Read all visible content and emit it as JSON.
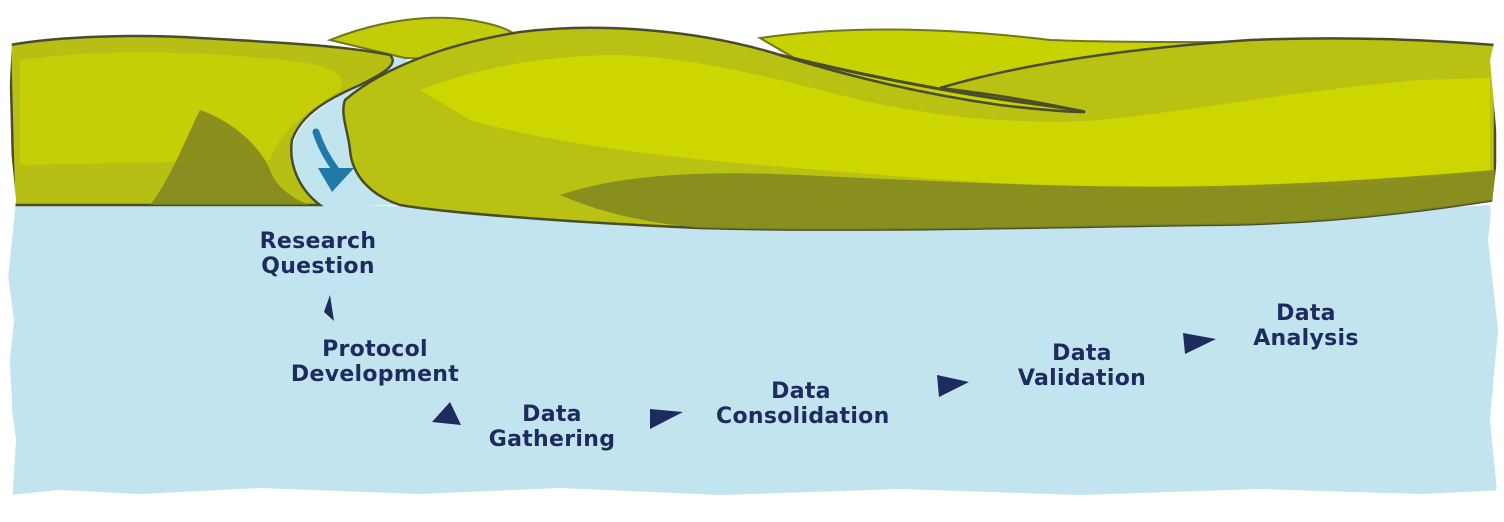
{
  "colors": {
    "water": "#c2e4ee",
    "hills_light": "#cad400",
    "hills_mid": "#b3bb12",
    "hills_shadow": "#6f7620",
    "hill_outline": "#4a4d2a",
    "label_text": "#1f2a5e",
    "arrow_navy": "#1f2a5e",
    "start_arrow": "#1f7aa8"
  },
  "icons": {
    "start": "curved-down-arrow-icon",
    "step_arrows": "triangle-arrow-icon"
  },
  "steps": [
    {
      "line1": "Research",
      "line2": "Question"
    },
    {
      "line1": "Protocol",
      "line2": "Development"
    },
    {
      "line1": "Data",
      "line2": "Gathering"
    },
    {
      "line1": "Data",
      "line2": "Consolidation"
    },
    {
      "line1": "Data",
      "line2": "Validation"
    },
    {
      "line1": "Data",
      "line2": "Analysis"
    }
  ]
}
